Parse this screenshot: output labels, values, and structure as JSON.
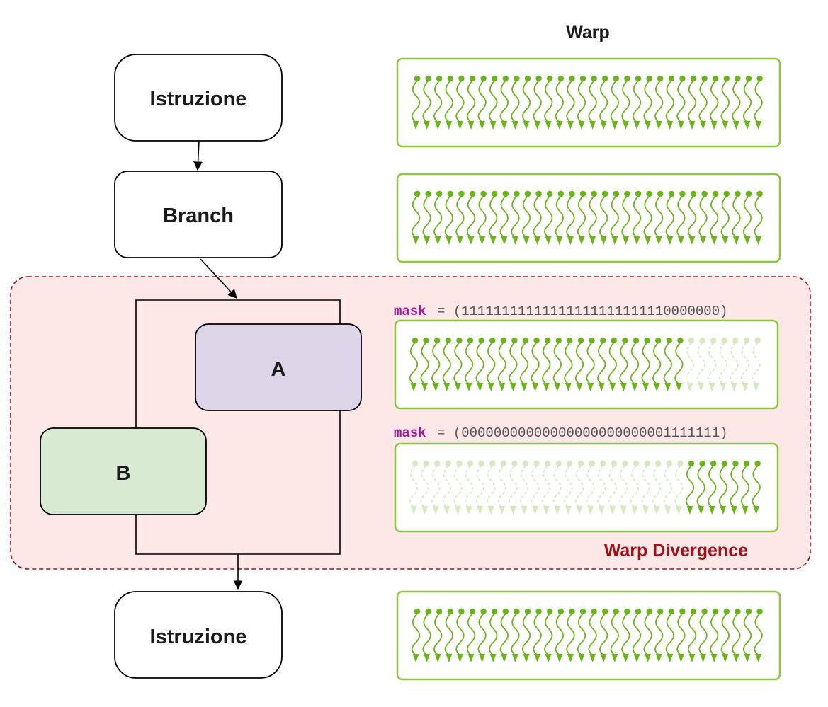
{
  "header": {
    "warp_title": "Warp"
  },
  "flow": {
    "node_top": "Istruzione",
    "node_branch": "Branch",
    "node_a": "A",
    "node_b": "B",
    "node_bottom": "Istruzione"
  },
  "divergence": {
    "title": "Warp Divergence",
    "mask_keyword": "mask",
    "mask_a": "(11111111111111111111111110000000)",
    "mask_b": "(00000000000000000000000001111111)"
  },
  "warps": [
    {
      "active": "11111111111111111111111111111111"
    },
    {
      "active": "11111111111111111111111111111111"
    },
    {
      "active": "11111111111111111111111110000000"
    },
    {
      "active": "00000000000000000000000001111111"
    },
    {
      "active": "11111111111111111111111111111111"
    }
  ],
  "colors": {
    "thread_green": "#6cb41c",
    "warp_border": "#8cc63f",
    "divergence_fill": "#fde7e7",
    "divergence_border": "#a3101a",
    "divergence_text": "#a3101a",
    "mask_keyword": "#a01896",
    "node_a_fill": "#dcd6e8",
    "node_b_fill": "#d9ead3"
  }
}
